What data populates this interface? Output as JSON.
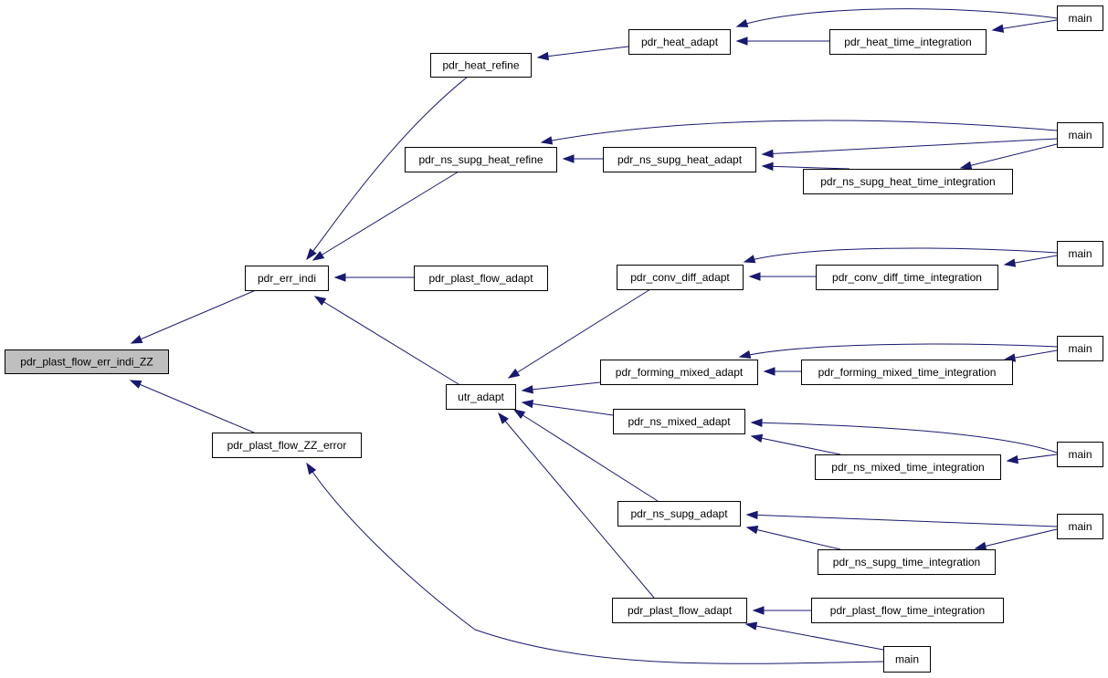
{
  "graph": {
    "colors": {
      "edge": "#191970",
      "root_fill": "#bfbfbf",
      "node_fill": "#ffffff",
      "border": "#000000"
    },
    "nodes": [
      {
        "id": "root",
        "label": "pdr_plast_flow_err_indi_ZZ"
      },
      {
        "id": "err_indi",
        "label": "pdr_err_indi"
      },
      {
        "id": "zz_error",
        "label": "pdr_plast_flow_ZZ_error"
      },
      {
        "id": "heat_refine",
        "label": "pdr_heat_refine"
      },
      {
        "id": "ns_supg_heat_refine",
        "label": "pdr_ns_supg_heat_refine"
      },
      {
        "id": "plast_flow_adapt_1",
        "label": "pdr_plast_flow_adapt"
      },
      {
        "id": "utr_adapt",
        "label": "utr_adapt"
      },
      {
        "id": "heat_adapt",
        "label": "pdr_heat_adapt"
      },
      {
        "id": "heat_time",
        "label": "pdr_heat_time_integration"
      },
      {
        "id": "main_1",
        "label": "main"
      },
      {
        "id": "ns_supg_heat_adapt",
        "label": "pdr_ns_supg_heat_adapt"
      },
      {
        "id": "ns_supg_heat_time",
        "label": "pdr_ns_supg_heat_time_integration"
      },
      {
        "id": "main_2",
        "label": "main"
      },
      {
        "id": "conv_diff_adapt",
        "label": "pdr_conv_diff_adapt"
      },
      {
        "id": "conv_diff_time",
        "label": "pdr_conv_diff_time_integration"
      },
      {
        "id": "main_3",
        "label": "main"
      },
      {
        "id": "forming_adapt",
        "label": "pdr_forming_mixed_adapt"
      },
      {
        "id": "forming_time",
        "label": "pdr_forming_mixed_time_integration"
      },
      {
        "id": "main_4",
        "label": "main"
      },
      {
        "id": "ns_mixed_adapt",
        "label": "pdr_ns_mixed_adapt"
      },
      {
        "id": "ns_mixed_time",
        "label": "pdr_ns_mixed_time_integration"
      },
      {
        "id": "main_5",
        "label": "main"
      },
      {
        "id": "ns_supg_adapt",
        "label": "pdr_ns_supg_adapt"
      },
      {
        "id": "ns_supg_time",
        "label": "pdr_ns_supg_time_integration"
      },
      {
        "id": "main_6",
        "label": "main"
      },
      {
        "id": "plast_flow_adapt_2",
        "label": "pdr_plast_flow_adapt"
      },
      {
        "id": "plast_flow_time",
        "label": "pdr_plast_flow_time_integration"
      },
      {
        "id": "main_7",
        "label": "main"
      }
    ],
    "edges": [
      {
        "from": "err_indi",
        "to": "root"
      },
      {
        "from": "zz_error",
        "to": "root"
      },
      {
        "from": "heat_refine",
        "to": "err_indi"
      },
      {
        "from": "ns_supg_heat_refine",
        "to": "err_indi"
      },
      {
        "from": "plast_flow_adapt_1",
        "to": "err_indi"
      },
      {
        "from": "utr_adapt",
        "to": "err_indi"
      },
      {
        "from": "main_7",
        "to": "zz_error"
      },
      {
        "from": "heat_adapt",
        "to": "heat_refine"
      },
      {
        "from": "main_1",
        "to": "heat_adapt"
      },
      {
        "from": "heat_time",
        "to": "heat_adapt"
      },
      {
        "from": "main_1",
        "to": "heat_time"
      },
      {
        "from": "ns_supg_heat_adapt",
        "to": "ns_supg_heat_refine"
      },
      {
        "from": "main_2",
        "to": "ns_supg_heat_refine"
      },
      {
        "from": "main_2",
        "to": "ns_supg_heat_adapt"
      },
      {
        "from": "ns_supg_heat_time",
        "to": "ns_supg_heat_adapt"
      },
      {
        "from": "main_2",
        "to": "ns_supg_heat_time"
      },
      {
        "from": "conv_diff_adapt",
        "to": "utr_adapt"
      },
      {
        "from": "forming_adapt",
        "to": "utr_adapt"
      },
      {
        "from": "ns_mixed_adapt",
        "to": "utr_adapt"
      },
      {
        "from": "ns_supg_adapt",
        "to": "utr_adapt"
      },
      {
        "from": "plast_flow_adapt_2",
        "to": "utr_adapt"
      },
      {
        "from": "main_3",
        "to": "conv_diff_adapt"
      },
      {
        "from": "conv_diff_time",
        "to": "conv_diff_adapt"
      },
      {
        "from": "main_3",
        "to": "conv_diff_time"
      },
      {
        "from": "main_4",
        "to": "forming_adapt"
      },
      {
        "from": "forming_time",
        "to": "forming_adapt"
      },
      {
        "from": "main_4",
        "to": "forming_time"
      },
      {
        "from": "main_5",
        "to": "ns_mixed_adapt"
      },
      {
        "from": "ns_mixed_time",
        "to": "ns_mixed_adapt"
      },
      {
        "from": "main_5",
        "to": "ns_mixed_time"
      },
      {
        "from": "main_6",
        "to": "ns_supg_adapt"
      },
      {
        "from": "ns_supg_time",
        "to": "ns_supg_adapt"
      },
      {
        "from": "main_6",
        "to": "ns_supg_time"
      },
      {
        "from": "plast_flow_time",
        "to": "plast_flow_adapt_2"
      },
      {
        "from": "main_7",
        "to": "plast_flow_adapt_2"
      }
    ]
  }
}
